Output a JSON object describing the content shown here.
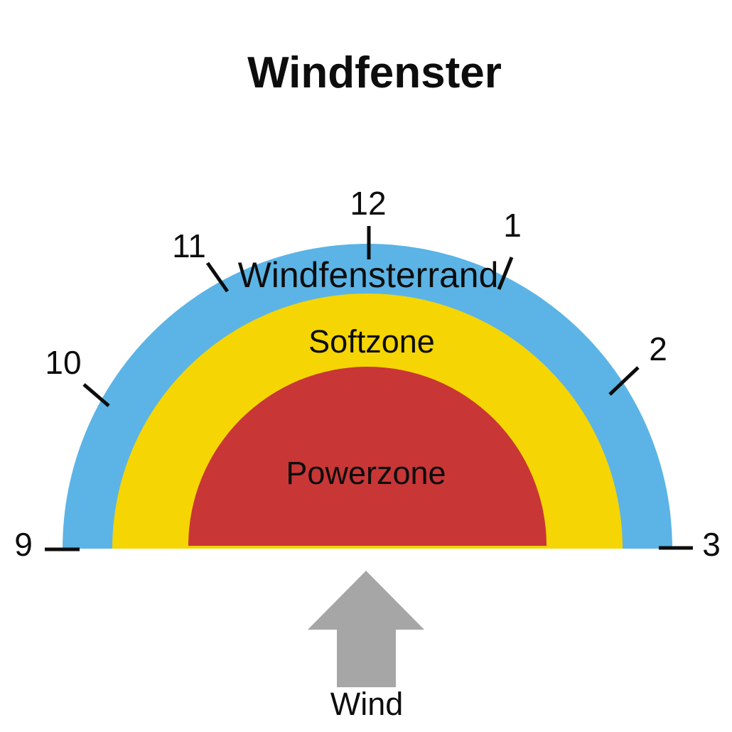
{
  "title": "Windfenster",
  "zones": [
    {
      "name": "Windfensterrand",
      "color": "#5BB4E5"
    },
    {
      "name": "Softzone",
      "color": "#F5D504"
    },
    {
      "name": "Powerzone",
      "color": "#C93636"
    }
  ],
  "clock_positions": [
    "9",
    "10",
    "11",
    "12",
    "1",
    "2",
    "3"
  ],
  "wind_arrow": {
    "label": "Wind",
    "color": "#A6A6A6"
  }
}
